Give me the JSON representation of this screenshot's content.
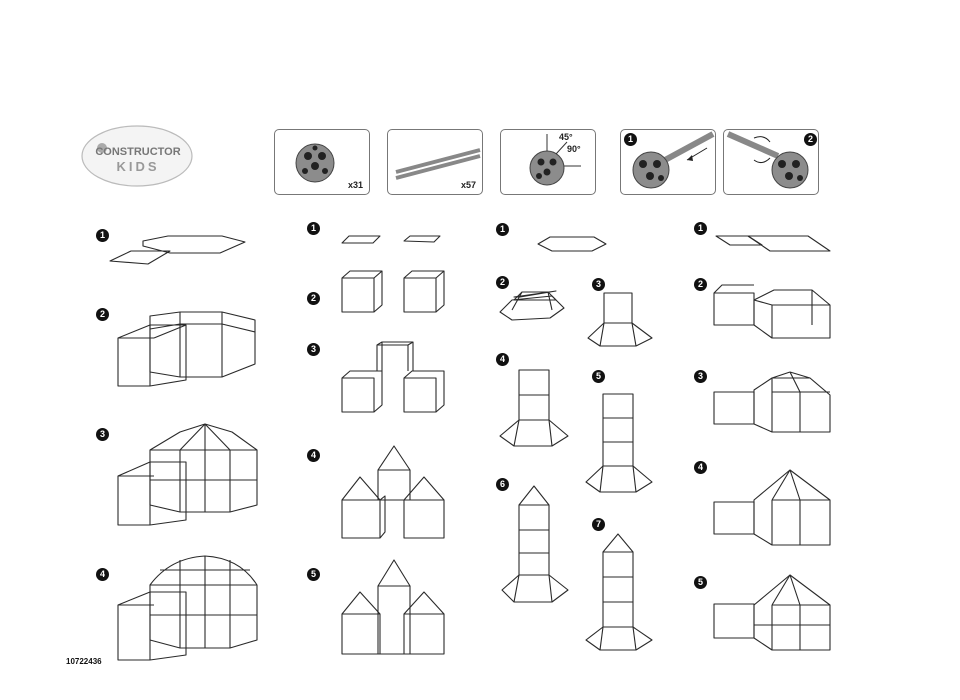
{
  "logo": {
    "line1": "CONSTRUCTOR",
    "line2": "KIDS"
  },
  "panels": [
    {
      "id": "connector",
      "count": "x31"
    },
    {
      "id": "rod",
      "count": "x57"
    },
    {
      "id": "angles",
      "angle_a": "45°",
      "angle_b": "90°"
    },
    {
      "id": "insert",
      "step": "1"
    },
    {
      "id": "remove",
      "step": "2"
    }
  ],
  "columns": [
    {
      "steps": [
        "1",
        "2",
        "3",
        "4"
      ]
    },
    {
      "steps": [
        "1",
        "2",
        "3",
        "4",
        "5"
      ]
    },
    {
      "steps": [
        "1",
        "2",
        "3",
        "4",
        "5",
        "6",
        "7"
      ]
    },
    {
      "steps": [
        "1",
        "2",
        "3",
        "4",
        "5"
      ]
    }
  ],
  "product_code": "10722436",
  "colors": {
    "line": "#2a2a2a",
    "ball": "#8c8c8c",
    "badge": "#111111"
  }
}
